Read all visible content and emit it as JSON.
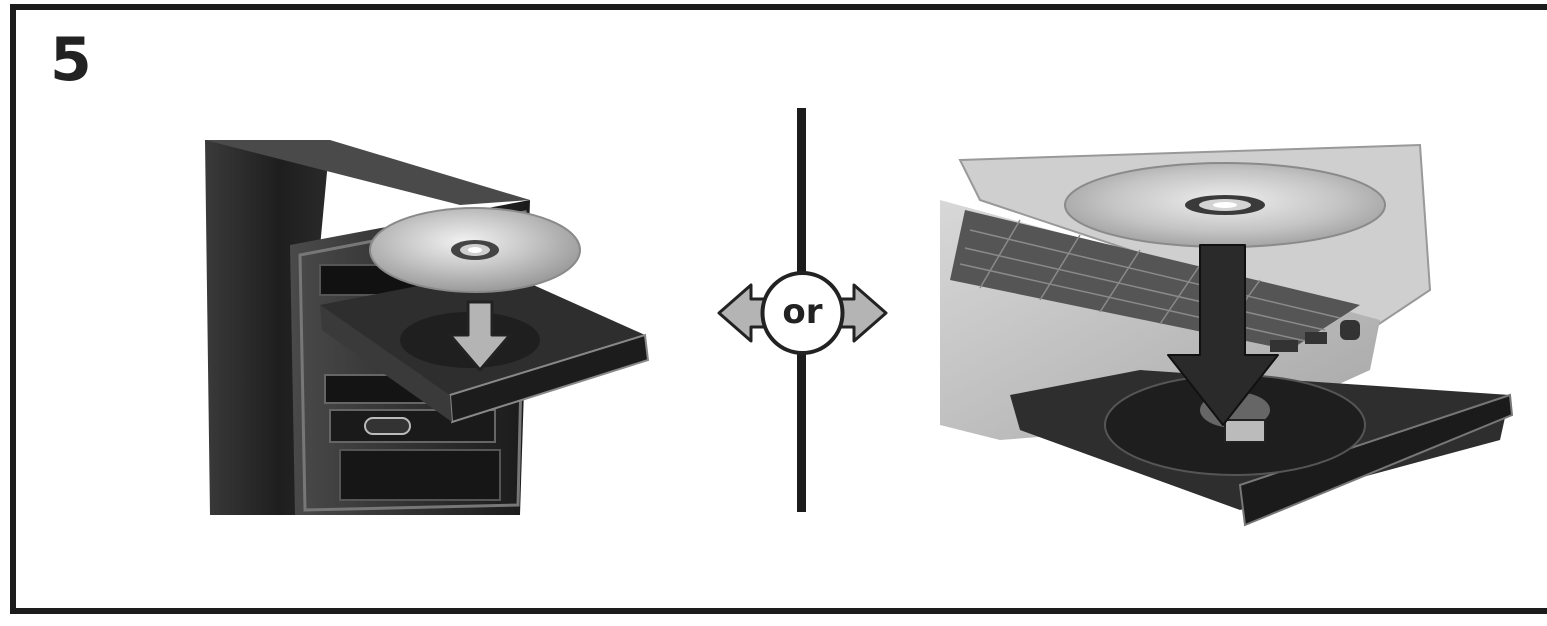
{
  "step_number": "5",
  "or_label": "or",
  "illustrations": [
    {
      "subject": "desktop-tower",
      "icon": "desktop-optical-drive-icon",
      "disc": "cd-disc-icon",
      "arrow": "insert-down-arrow-icon"
    },
    {
      "subject": "laptop",
      "icon": "laptop-optical-drive-icon",
      "disc": "cd-disc-icon",
      "arrow": "insert-down-arrow-icon"
    }
  ],
  "colors": {
    "frame": "#1c1c1c",
    "drive_dark": "#2b2b2b",
    "disc_silver": "#c9c9c9",
    "arrow_light": "#b4b4b4"
  }
}
